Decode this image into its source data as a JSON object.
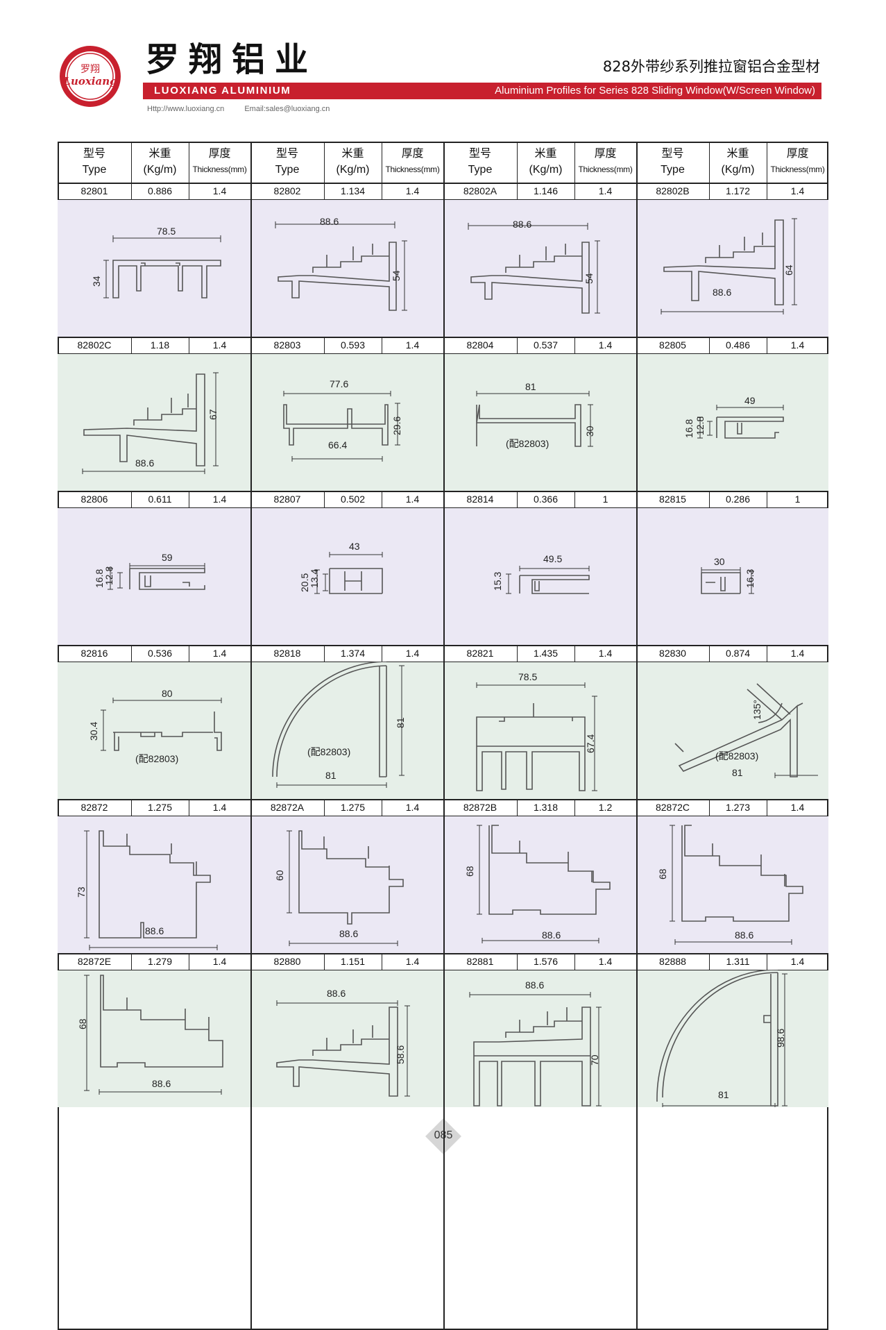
{
  "header": {
    "brand_cn": "罗翔铝业",
    "brand_en": "LUOXIANG ALUMINIUM",
    "logo_cn": "罗翔",
    "logo_en": "Luoxiang",
    "series_cn": "828外带纱系列推拉窗铝合金型材",
    "series_en": "Aluminium Profiles for Series 828 Sliding Window(W/Screen Window)",
    "website": "Http://www.luoxiang.cn",
    "email": "Email:sales@luoxiang.cn"
  },
  "table_header": {
    "type_cn": "型号",
    "type_en": "Type",
    "weight_cn": "米重",
    "weight_en": "(Kg/m)",
    "thick_cn": "厚度",
    "thick_en": "Thickness(mm)"
  },
  "colors": {
    "brand_red": "#c8202e",
    "panel_lavender": "#ebe8f4",
    "panel_mint": "#e6efe8"
  },
  "rows": [
    {
      "cells": [
        {
          "type": "82801",
          "weight": "0.886",
          "thickness": "1.4",
          "dims": [
            "78.5",
            "34"
          ]
        },
        {
          "type": "82802",
          "weight": "1.134",
          "thickness": "1.4",
          "dims": [
            "88.6",
            "54"
          ]
        },
        {
          "type": "82802A",
          "weight": "1.146",
          "thickness": "1.4",
          "dims": [
            "88.6",
            "54"
          ]
        },
        {
          "type": "82802B",
          "weight": "1.172",
          "thickness": "1.4",
          "dims": [
            "64",
            "88.6"
          ]
        }
      ]
    },
    {
      "cells": [
        {
          "type": "82802C",
          "weight": "1.18",
          "thickness": "1.4",
          "dims": [
            "67",
            "88.6"
          ]
        },
        {
          "type": "82803",
          "weight": "0.593",
          "thickness": "1.4",
          "dims": [
            "77.6",
            "29.6",
            "66.4"
          ]
        },
        {
          "type": "82804",
          "weight": "0.537",
          "thickness": "1.4",
          "dims": [
            "81",
            "30"
          ],
          "note": "(配82803)"
        },
        {
          "type": "82805",
          "weight": "0.486",
          "thickness": "1.4",
          "dims": [
            "49",
            "16.8",
            "12.8"
          ]
        }
      ]
    },
    {
      "cells": [
        {
          "type": "82806",
          "weight": "0.611",
          "thickness": "1.4",
          "dims": [
            "59",
            "16.8",
            "12.8"
          ]
        },
        {
          "type": "82807",
          "weight": "0.502",
          "thickness": "1.4",
          "dims": [
            "43",
            "20.5",
            "13.4"
          ]
        },
        {
          "type": "82814",
          "weight": "0.366",
          "thickness": "1",
          "dims": [
            "49.5",
            "15.3"
          ]
        },
        {
          "type": "82815",
          "weight": "0.286",
          "thickness": "1",
          "dims": [
            "30",
            "16.3"
          ]
        }
      ]
    },
    {
      "cells": [
        {
          "type": "82816",
          "weight": "0.536",
          "thickness": "1.4",
          "dims": [
            "80",
            "30.4"
          ],
          "note": "(配82803)"
        },
        {
          "type": "82818",
          "weight": "1.374",
          "thickness": "1.4",
          "dims": [
            "81",
            "81"
          ],
          "note": "(配82803)"
        },
        {
          "type": "82821",
          "weight": "1.435",
          "thickness": "1.4",
          "dims": [
            "78.5",
            "67.4"
          ]
        },
        {
          "type": "82830",
          "weight": "0.874",
          "thickness": "1.4",
          "dims": [
            "135°",
            "81"
          ],
          "note": "(配82803)"
        }
      ]
    },
    {
      "cells": [
        {
          "type": "82872",
          "weight": "1.275",
          "thickness": "1.4",
          "dims": [
            "73",
            "88.6"
          ]
        },
        {
          "type": "82872A",
          "weight": "1.275",
          "thickness": "1.4",
          "dims": [
            "60",
            "88.6"
          ]
        },
        {
          "type": "82872B",
          "weight": "1.318",
          "thickness": "1.2",
          "dims": [
            "68",
            "88.6"
          ]
        },
        {
          "type": "82872C",
          "weight": "1.273",
          "thickness": "1.4",
          "dims": [
            "68",
            "88.6"
          ]
        }
      ]
    },
    {
      "cells": [
        {
          "type": "82872E",
          "weight": "1.279",
          "thickness": "1.4",
          "dims": [
            "68",
            "88.6"
          ]
        },
        {
          "type": "82880",
          "weight": "1.151",
          "thickness": "1.4",
          "dims": [
            "88.6",
            "58.6"
          ]
        },
        {
          "type": "82881",
          "weight": "1.576",
          "thickness": "1.4",
          "dims": [
            "88.6",
            "70"
          ]
        },
        {
          "type": "82888",
          "weight": "1.311",
          "thickness": "1.4",
          "dims": [
            "98.6",
            "81"
          ]
        }
      ]
    }
  ],
  "page_number": "085"
}
